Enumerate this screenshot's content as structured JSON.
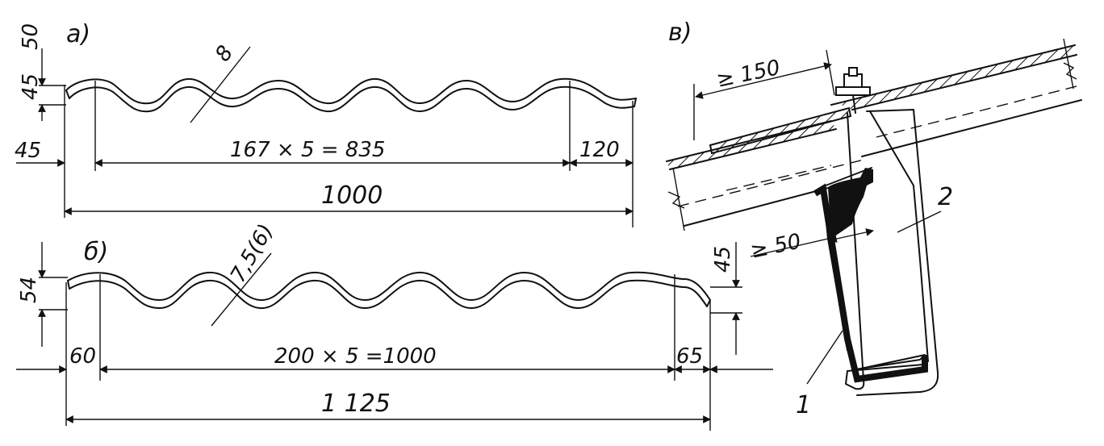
{
  "sheet_a": {
    "label": "а)",
    "dim_height": "50",
    "dim_left_top": "45",
    "dim_left_bottom": "45",
    "dim_thickness": "8",
    "dim_pitch": "167 × 5 = 835",
    "dim_right": "120",
    "dim_total": "1000"
  },
  "sheet_b": {
    "label": "б)",
    "dim_height": "54",
    "dim_thickness": "7,5(6)",
    "dim_right_vertical": "45",
    "dim_left": "60",
    "dim_pitch": "200 × 5 =1000",
    "dim_right": "65",
    "dim_total": "1 125"
  },
  "detail_v": {
    "label": "в)",
    "dim_overlap": "≥ 150",
    "dim_hook": "≥ 50",
    "callout_1": "1",
    "callout_2": "2"
  }
}
